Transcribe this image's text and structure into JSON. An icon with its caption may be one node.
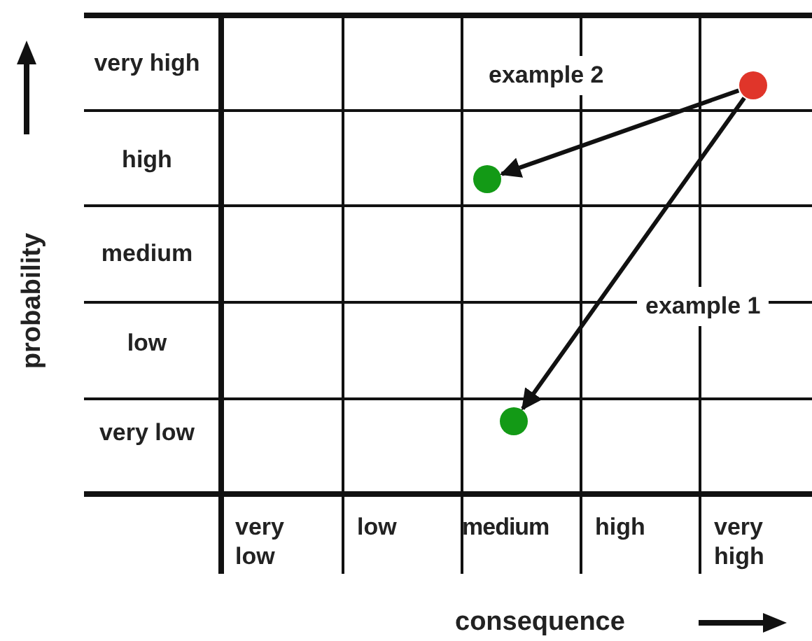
{
  "diagram": {
    "nodes": [
      {
        "text": [],
        "shape": "circle"
      },
      {
        "text": [],
        "shape": "circle"
      },
      {
        "text": [],
        "shape": "circle"
      }
    ],
    "edges": [
      {
        "from": 2,
        "to": 0,
        "arrow": "to",
        "label": "example 2"
      },
      {
        "from": 2,
        "to": 1,
        "arrow": "to",
        "label": "example 1"
      }
    ],
    "labels": [
      "very high",
      "high",
      "medium",
      "low",
      "very low",
      "very low",
      "low",
      "medium",
      "high",
      "very high",
      "probability",
      "consequence"
    ]
  }
}
